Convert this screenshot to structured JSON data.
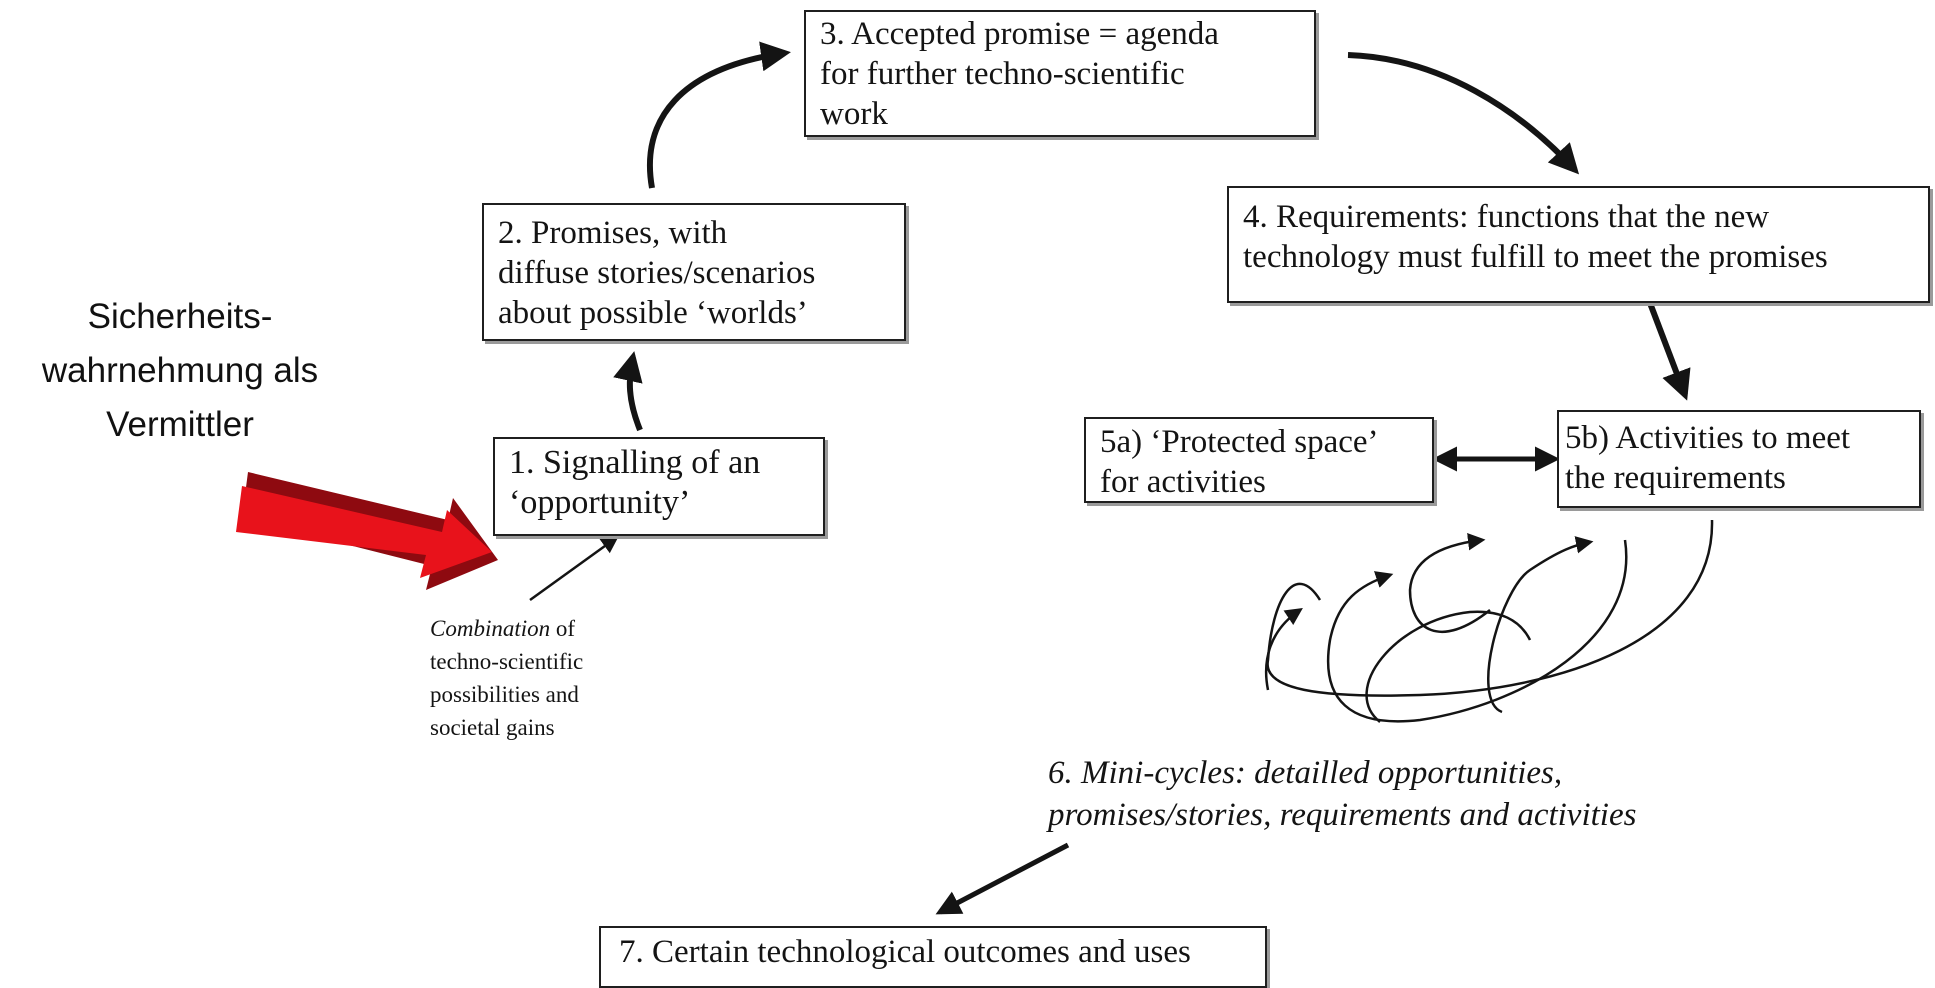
{
  "side_label": "Sicherheits-\nwahrnehmung als\nVermittler",
  "nodes": {
    "n3": "3. Accepted promise = agenda\nfor further techno-scientific\nwork",
    "n2": "2. Promises, with\ndiffuse stories/scenarios\nabout possible ‘worlds’",
    "n4": "4. Requirements: functions that the new\ntechnology must fulfill to meet the promises",
    "n5a": "5a) ‘Protected space’\nfor activities",
    "n5b": "5b) Activities to meet\nthe requirements",
    "n1": "1. Signalling of an\n‘opportunity’",
    "n7": "7. Certain technological outcomes and uses"
  },
  "combination": {
    "italic": "Combination",
    "rest": " of\ntechno-scientific\npossibilities and\nsocietal gains"
  },
  "minicycles": "6. Mini-cycles: detailled opportunities,\npromises/stories, requirements and activities",
  "colors": {
    "highlight_arrow": "#e8121b",
    "ink": "#141414"
  }
}
